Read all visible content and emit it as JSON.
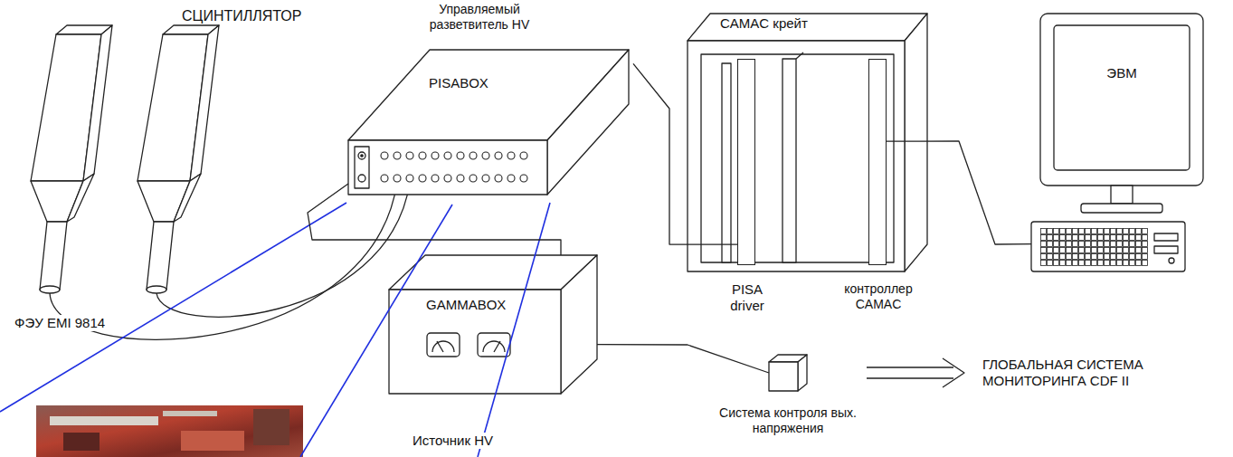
{
  "diagram": {
    "nodes": [
      {
        "text": [
          "Управляемый разветвитель HV",
          "PISABOX"
        ]
      },
      {
        "text": [
          "CAMAC крейт"
        ]
      },
      {
        "text": [
          "PISA driver"
        ],
        "in": 1
      },
      {
        "text": [
          "контроллер CAMAC"
        ],
        "in": 1
      },
      {
        "text": [
          "ЭВМ"
        ]
      },
      {
        "text": [
          "GAMMABOX",
          "Источник HV"
        ]
      },
      {
        "text": [
          "Система контроля вых. напряжения"
        ]
      }
    ],
    "edges": [
      {
        "from": 0,
        "to": 2,
        "arrow": "none"
      },
      {
        "from": 3,
        "to": 4,
        "arrow": "none"
      },
      {
        "from": 0,
        "to": 5,
        "arrow": "none"
      },
      {
        "from": 5,
        "to": 6,
        "arrow": "none"
      }
    ],
    "labels": [
      "СЦИНТИЛЛЯТОР",
      "ФЭУ EMI 9814",
      "ГЛОБАЛЬНАЯ СИСТЕМА МОНИТОРИНГА CDF II"
    ]
  }
}
